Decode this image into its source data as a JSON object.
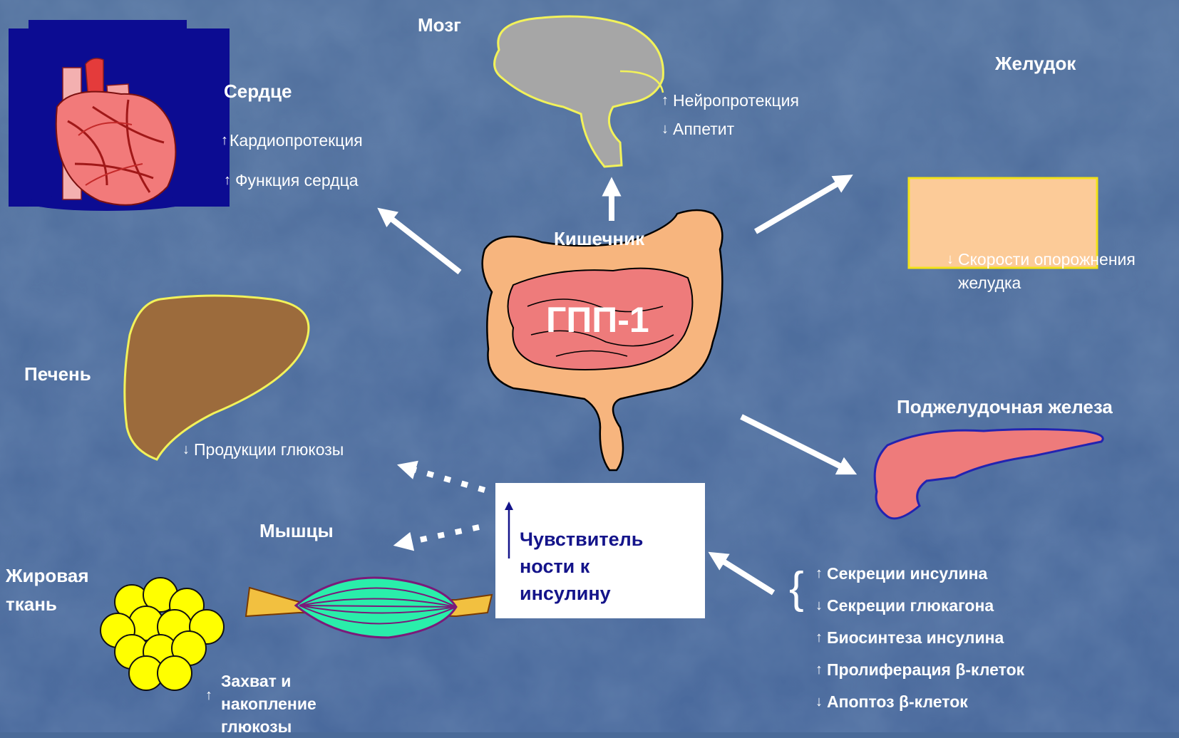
{
  "hub": {
    "organ": "Кишечник",
    "hormone": "ГПП-1"
  },
  "brain": {
    "label": "Мозг",
    "effects": [
      {
        "dir": "↑",
        "text": "Нейропротекция"
      },
      {
        "dir": "↓",
        "text": "Аппетит"
      }
    ]
  },
  "heart": {
    "label": "Сердце",
    "effects": [
      {
        "dir": "↑",
        "text": "Кардиопротекция"
      },
      {
        "dir": "↑",
        "text": "Функция сердца"
      }
    ]
  },
  "stomach": {
    "label": "Желудок",
    "effect": {
      "dir": "↓",
      "line1": "Скорости опорожнения",
      "line2": "желудка"
    }
  },
  "liver": {
    "label": "Печень",
    "effect": {
      "dir": "↓",
      "text": "Продукции глюкозы"
    }
  },
  "pancreas": {
    "label": "Поджелудочная железа",
    "brace": "{",
    "effects": [
      {
        "dir": "↑",
        "text": "Секреции инсулина"
      },
      {
        "dir": "↓",
        "text": "Секреции глюкагона"
      },
      {
        "dir": "↑",
        "text": "Биосинтеза инсулина"
      },
      {
        "dir": "↑",
        "text": "Пролиферация  β-клеток"
      },
      {
        "dir": "↓",
        "text": "Апоптоз β-клеток"
      }
    ]
  },
  "muscle": {
    "label": "Мышцы"
  },
  "fat": {
    "label_line1": "Жировая",
    "label_line2": "ткань",
    "effect": {
      "dir": "↑",
      "line1": "Захват и",
      "line2": "накопление",
      "line3": "глюкозы"
    }
  },
  "insulin_sensitivity": {
    "line1": "Чувствитель",
    "line2": "ности к",
    "line3": "инсулину"
  },
  "colors": {
    "background": "#4a6a98",
    "insulin_text": "#14148a",
    "colon": "#f7b57e",
    "small_intestine": "#ee7b7b",
    "brain": "#a6a6a6",
    "brain_outline": "#f2f25a",
    "stomach": "#fccb98",
    "stomach_outline": "#f2e218",
    "liver": "#9c6b3c",
    "pancreas": "#ee7b7b",
    "pancreas_outline": "#2323b0",
    "heart_panel": "#0c0c92",
    "fat": "#ffff00",
    "muscle_fibers": "#2aeeaa",
    "muscle_tendon": "#f2c040"
  }
}
